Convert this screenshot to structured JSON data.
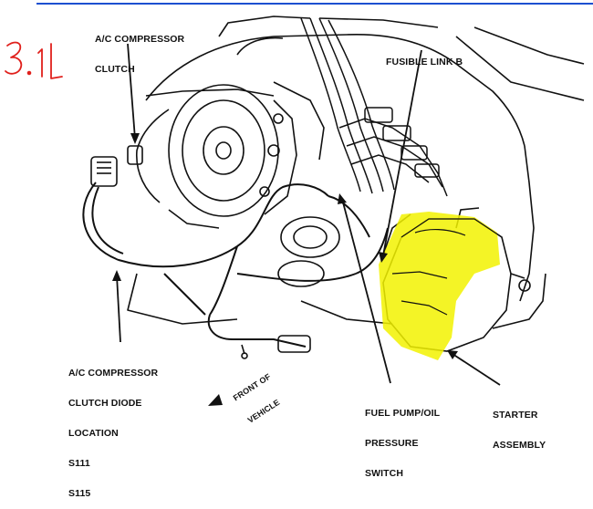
{
  "labels": {
    "ac_compressor_clutch": [
      "A/C COMPRESSOR",
      "CLUTCH"
    ],
    "fusible_link_b": [
      "FUSIBLE LINK B"
    ],
    "ac_diode_location": [
      "A/C COMPRESSOR",
      "CLUTCH DIODE",
      "LOCATION",
      "S111",
      "S115"
    ],
    "front_of_vehicle": [
      "FRONT OF",
      "VEHICLE"
    ],
    "fuel_pump_switch": [
      "FUEL PUMP/OIL",
      "PRESSURE",
      "SWITCH"
    ],
    "starter_assembly": [
      "STARTER",
      "ASSEMBLY"
    ]
  },
  "handwritten_note": "3.1L",
  "colors": {
    "ink": "#111111",
    "highlight": "#f2f200",
    "handwriting": "#e0201c",
    "top_rule": "#1c4fd0"
  }
}
